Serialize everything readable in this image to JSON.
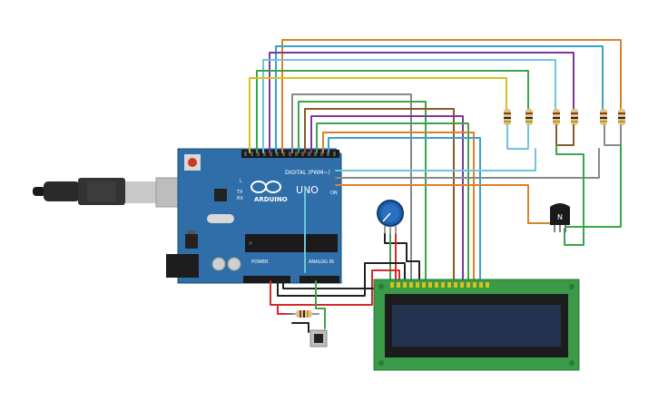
{
  "board": {
    "digital_label": "DIGITAL (PWM~)",
    "analog_label": "ANALOG IN",
    "power_label": "POWER",
    "brand_label": "ARDUINO",
    "model_label": "UNO",
    "on_label": "ON",
    "tx_label": "TX",
    "rx_label": "RX",
    "l_label": "L"
  },
  "transistor": {
    "label": "N"
  },
  "colors": {
    "board": "#2e6aa5",
    "lcd_pcb": "#3a9a48",
    "lcd_screen": "#22324f",
    "wire_yellow": "#d8c21a",
    "wire_green": "#3aa64a",
    "wire_cyan": "#3aa0c8",
    "wire_purple": "#7a3a9a",
    "wire_orange": "#d9822b",
    "wire_brown": "#8a5a2a",
    "wire_gray": "#8a8a8a",
    "wire_red": "#d42a2a",
    "wire_black": "#222222",
    "wire_lightblue": "#6ec6d8"
  }
}
